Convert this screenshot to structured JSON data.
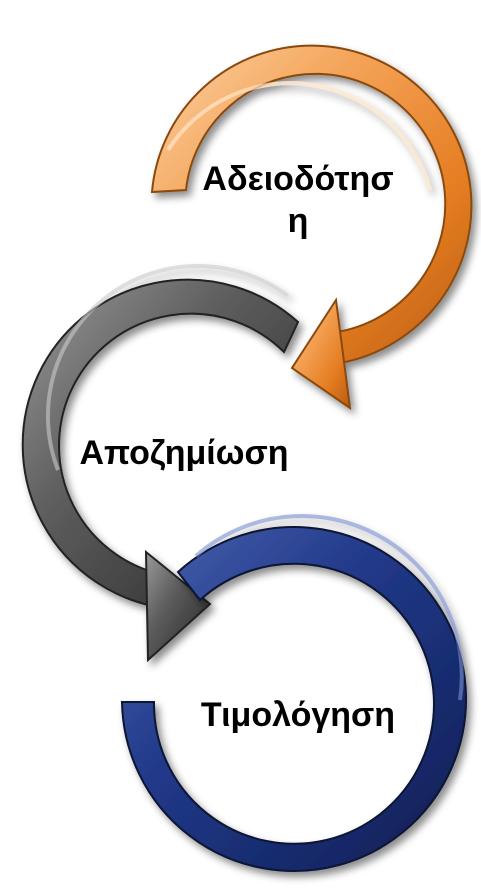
{
  "diagram": {
    "steps": [
      {
        "label_line1": "Αδειοδότησ",
        "label_line2": "η",
        "color": "#f0933b"
      },
      {
        "label": "Αποζημίωση",
        "color": "#555555"
      },
      {
        "label": "Τιμολόγηση",
        "color": "#1f3778"
      }
    ]
  }
}
